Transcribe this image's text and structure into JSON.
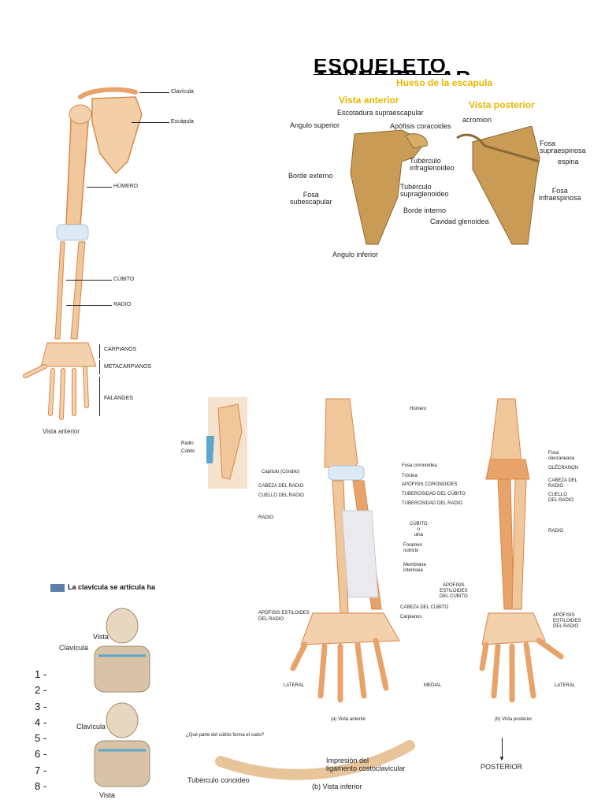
{
  "arm_panel": {
    "labels": {
      "clavicula": "Clavícula",
      "escapula": "Escápula",
      "humero": "HÚMERO",
      "cubito": "CÚBITO",
      "radio": "RADIO",
      "carpianos": "CARPIANOS",
      "metacarpianos": "METACARPIANOS",
      "falanges": "FALANGES"
    },
    "caption": "Vista anterior"
  },
  "scapula_panel": {
    "title": "ESQUELETO APENDICULAR",
    "subtitle": "Hueso de la escapula",
    "view_anterior": "Vista anterior",
    "view_posterior": "Vista  posterior",
    "labels": {
      "escotadura": "Escotadura supraescapular",
      "angulo_superior": "Angulo superior",
      "apofisis_coracoides": "Apófisis coracoides",
      "acromion": "acromion",
      "tuberculo_infra": "Tubérculo\ninfraglenoideo",
      "borde_externo": "Borde externo",
      "tuberculo_supra": "Tubérculo\nsupraglenoideo",
      "fosa_subescapular": "Fosa\nsubescapular",
      "borde_interno": "Borde interno",
      "cavidad_glenoidea": "Cavidad glenoidea",
      "angulo_inferior": "Angulo inferior",
      "fosa_supraespinosa": "Fosa\nsupraespinosa",
      "espina": "espina",
      "fosa_infraespinosa": "Fosa\ninfraespinosa"
    }
  },
  "forearm_panel": {
    "inset_labels": {
      "radio": "Radio",
      "cubito": "Cúbito"
    },
    "labels_left": {
      "capitulo": "Capítulo (Cóndilo)",
      "cabeza_radio": "CABEZA DEL RADIO",
      "cuello_radio": "CUELLO DEL RADIO",
      "radio": "RADIO",
      "apofisis_estiloides_radio": "APÓFISIS ESTILOIDES\nDEL RADIO"
    },
    "labels_center": {
      "humero": "Húmero",
      "fosa_coronoidea": "Fosa coronoidea",
      "troclea": "Tróclea",
      "apofisis_coronoides": "APÓFISIS CORONOIDES",
      "tuberosidad_cubito": "TUBEROSIDAD DEL CÚBITO",
      "tuberosidad_radio": "TUBEROSIDAD DEL RADIO",
      "cubito": "CÚBITO\no\nulna",
      "foramen": "Foramen\nnutricio",
      "membrana": "Membrana\ninterósea",
      "cabeza_cubito": "CABEZA DEL CÚBITO",
      "carpianos": "Carpianos",
      "apofisis_estiloides_cubito": "APÓFISIS\nESTILOIDES\nDEL CÚBITO"
    },
    "labels_right": {
      "fosa_olecraneana": "Fosa\nolecraneana",
      "olecranon": "OLÉCRANON",
      "cabeza_radio": "CABEZA DEL\nRADIO",
      "cuello_radio": "CUELLO\nDEL RADIO",
      "radio": "RADIO",
      "apofisis_estiloides_radio": "APÓFISIS\nESTILOIDES\nDEL RADIO"
    },
    "bottom": {
      "lateral_left": "LATERAL",
      "medial": "MEDIAL",
      "lateral_right": "LATERAL",
      "caption_a": "(a) Vista anterior",
      "caption_b": "(b) Vista posterior"
    }
  },
  "clavicle_section": {
    "banner": "La clavícula se articula ha",
    "top_labels": {
      "vista": "Vista",
      "clavicula": "Clavícula"
    },
    "bottom_labels": {
      "clavicula": "Clavícula",
      "vista": "Vista"
    },
    "numbers": [
      "1 -",
      "2 -",
      "3 -",
      "4 -",
      "5 -",
      "6 -",
      "7 -",
      "8 -"
    ]
  },
  "bottom_strip": {
    "question": "¿Qué parte del cúbito forma el codo?",
    "impresion": "Impresión del\nligamento costoclavicular",
    "tuberculo": "Tubérculo conoideo",
    "vista_inferior": "(b) Vista inferior",
    "posterior": "POSTERIOR"
  },
  "colors": {
    "bone": "#f0c79a",
    "bone_dark": "#d9864a",
    "scapula": "#c79a55",
    "cartilage": "#cfe0ee",
    "accent_yellow": "#e6b800"
  }
}
